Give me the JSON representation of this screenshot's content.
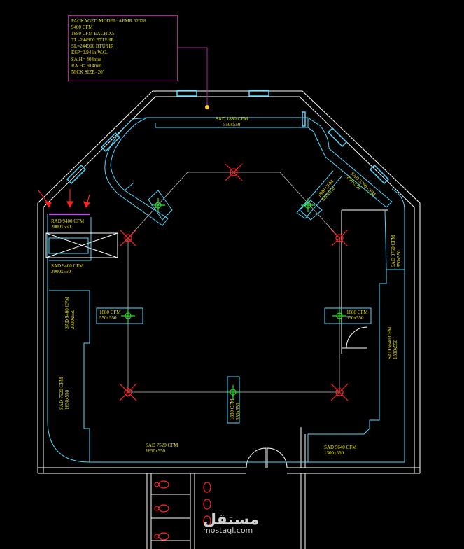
{
  "note": {
    "lines": [
      "PACKAGED MODEL: AFMR 52028",
      "9400 CFM",
      "1880 CFM EACH X5",
      "TL=244900 BTU/HR",
      "SL=244900 BTU/HR",
      "ESP=0.94 in.W.G.",
      "SA.H= 404mm",
      "RA.H= 914mm",
      "NICK SIZE=20\""
    ]
  },
  "labels": {
    "sad_top": [
      "SAD 1880 CFM",
      "550x550"
    ],
    "sad_diag_right": [
      "SAD 3760 CFM",
      "850x550"
    ],
    "sad_diag_right_small": [
      "1880 CFM",
      "550x550"
    ],
    "rad": [
      "RAD 9400 CFM",
      "2000x550"
    ],
    "sad_left_top": [
      "SAD 9400 CFM",
      "2000x550"
    ],
    "sad_left_vert": [
      "SAD 9400 CFM",
      "2000x550"
    ],
    "sad_left_low": [
      "SAD 7520 CFM",
      "1650x550"
    ],
    "diff_left": [
      "1880 CFM",
      "550x550"
    ],
    "diff_right": [
      "1880 CFM",
      "550x550"
    ],
    "diff_bottom": [
      "1880 CFM",
      "550x550"
    ],
    "sad_right_top": [
      "SAD 3760 CFM",
      "850x550"
    ],
    "sad_right_low": [
      "SAD 5640 CFM",
      "1300x550"
    ],
    "sad_bottom_mid": [
      "SAD 7520 CFM",
      "1650x550"
    ],
    "sad_bottom_right": [
      "SAD 5640 CFM",
      "1300x550"
    ]
  },
  "watermark": {
    "arabic": "مستقل",
    "latin": "mostaql.com"
  },
  "colors": {
    "wall": "#ffffff",
    "duct": "#4fd8ff",
    "label": "#e6e000",
    "note_border": "#b0209f",
    "return_diffuser": "#ff2222",
    "supply_diffuser": "#22dd22",
    "leader": "#ffcc33"
  }
}
